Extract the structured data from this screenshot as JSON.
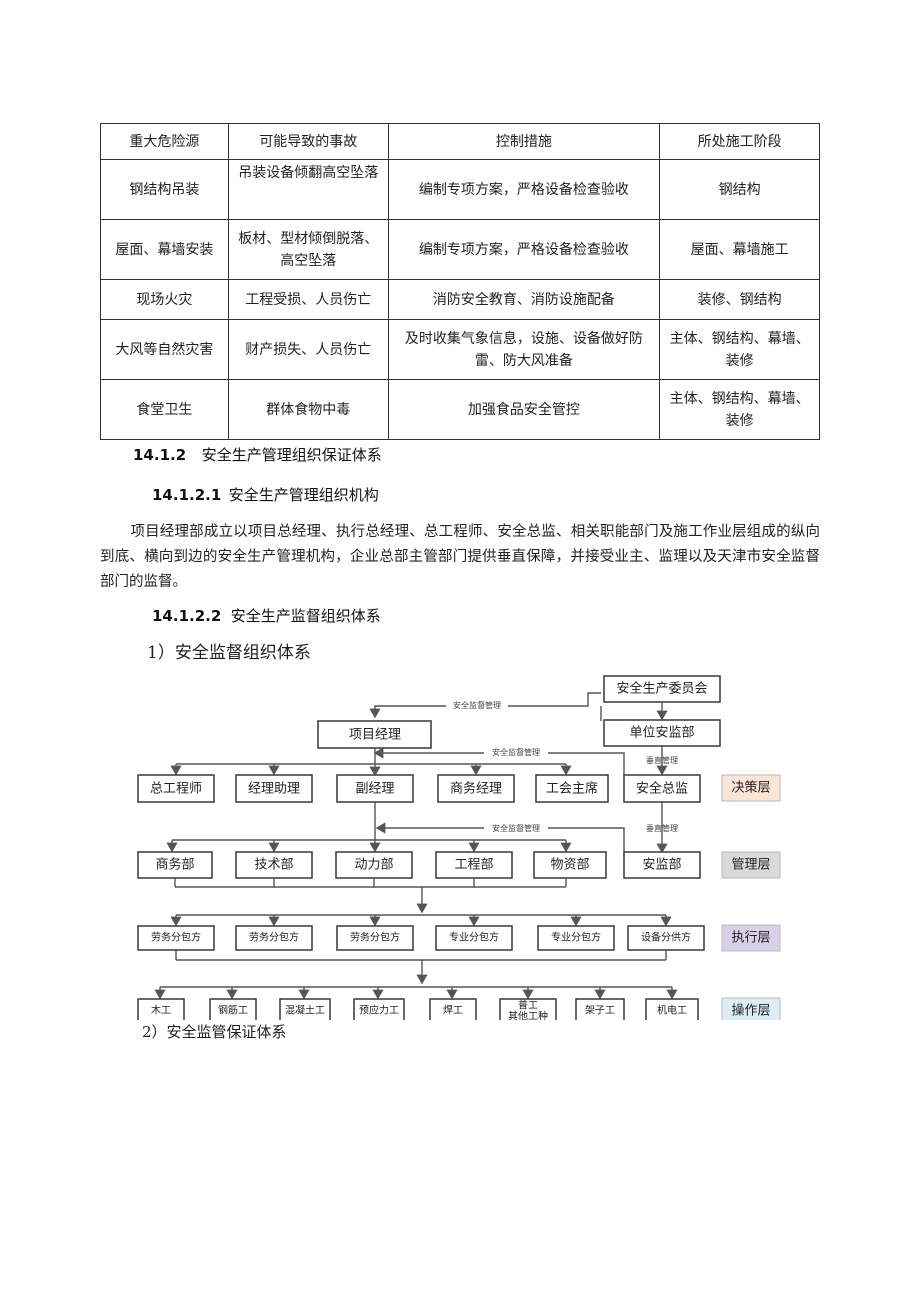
{
  "table": {
    "headers": [
      "重大危险源",
      "可能导致的事故",
      "控制措施",
      "所处施工阶段"
    ],
    "rows": [
      [
        "钢结构吊装",
        "吊装设备倾翻高空坠落",
        "编制专项方案，严格设备检查验收",
        "钢结构"
      ],
      [
        "屋面、幕墙安装",
        "板材、型材倾倒脱落、高空坠落",
        "编制专项方案，严格设备检查验收",
        "屋面、幕墙施工"
      ],
      [
        "现场火灾",
        "工程受损、人员伤亡",
        "消防安全教育、消防设施配备",
        "装修、钢结构"
      ],
      [
        "大风等自然灾害",
        "财产损失、人员伤亡",
        "及时收集气象信息，设施、设备做好防雷、防大风准备",
        "主体、钢结构、幕墙、装修"
      ],
      [
        "食堂卫生",
        "群体食物中毒",
        "加强食品安全管控",
        "主体、钢结构、幕墙、装修"
      ]
    ]
  },
  "sections": {
    "s1": {
      "num": "14.1.2",
      "title": "安全生产管理组织保证体系"
    },
    "s2": {
      "num": "14.1.2.1",
      "title": "安全生产管理组织机构"
    },
    "s3": {
      "num": "14.1.2.2",
      "title": "安全生产监督组织体系"
    }
  },
  "paragraph": "项目经理部成立以项目总经理、执行总经理、总工程师、安全总监、相关职能部门及施工作业层组成的纵向到底、横向到边的安全生产管理机构，企业总部主管部门提供垂直保障，并接受业主、监理以及天津市安全监督部门的监督。",
  "sub1": "1）安全监督组织体系",
  "sub2": "2）安全监管保证体系",
  "org": {
    "committee": "安全生产委员会",
    "unit_dept": "单位安监部",
    "pm": "项目经理",
    "safety_director": "安全总监",
    "safety_dept": "安监部",
    "row1": [
      "总工程师",
      "经理助理",
      "副经理",
      "商务经理",
      "工会主席"
    ],
    "row2": [
      "商务部",
      "技术部",
      "动力部",
      "工程部",
      "物资部"
    ],
    "row3": [
      "劳务分包方",
      "劳务分包方",
      "劳务分包方",
      "专业分包方",
      "专业分包方",
      "设备分供方"
    ],
    "row4": [
      "木工",
      "钢筋工",
      "混凝土工",
      "预应力工",
      "焊工",
      "普工其他工种",
      "架子工",
      "机电工"
    ],
    "row4_split": [
      "普工",
      "其他工种"
    ],
    "layers": [
      "决策层",
      "管理层",
      "执行层",
      "操作层"
    ],
    "layer_colors": [
      "#fbe5d6",
      "#d9d9d9",
      "#d9cfe8",
      "#dbeef6"
    ],
    "edge_labels": {
      "supervise": "安全监督管理",
      "vertical": "垂直管理"
    }
  }
}
